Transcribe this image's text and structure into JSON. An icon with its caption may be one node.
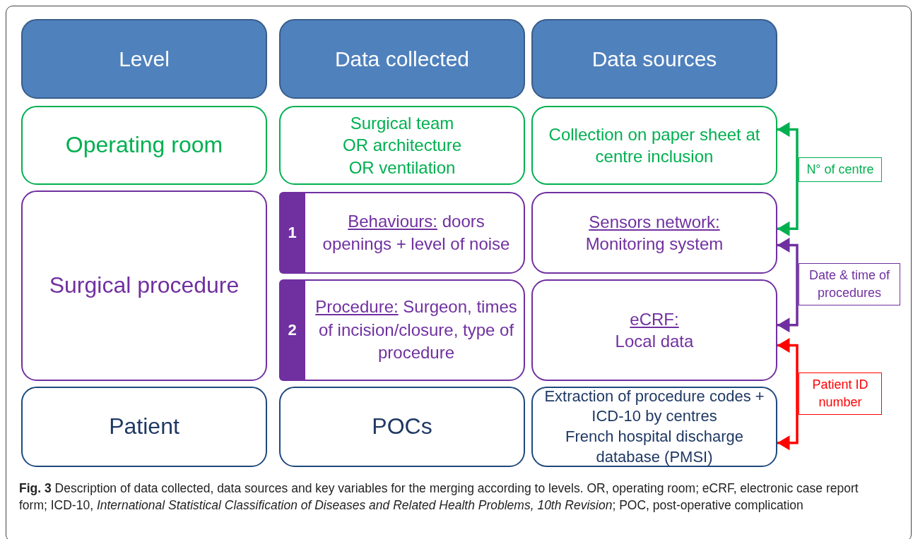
{
  "diagram": {
    "caption": "**Fig. 3** Description of data collected, data sources and key variables for the merging according to levels. OR, operating room; eCRF, electronic case report form; ICD-10, *International Statistical Classification of Diseases and Related Health Problems, 10th Revision*; POC, post-operative complication",
    "nodes": [
      {
        "text": [
          "Level"
        ]
      },
      {
        "text": [
          "Data collected"
        ]
      },
      {
        "text": [
          "Data sources"
        ]
      },
      {
        "text": [
          "Operating room"
        ]
      },
      {
        "text": [
          "Surgical team",
          "OR architecture",
          "OR ventilation"
        ]
      },
      {
        "text": [
          "Collection on paper sheet at centre inclusion"
        ]
      },
      {
        "text": [
          "Surgical procedure"
        ]
      },
      {
        "text": [
          "Behaviours:",
          "doors openings + level of noise"
        ]
      },
      {
        "text": [
          "1"
        ],
        "in": 7
      },
      {
        "text": [
          "Sensors network:",
          "Monitoring system"
        ]
      },
      {
        "text": [
          "Procedure:",
          "Surgeon, times of incision/closure, type of procedure"
        ]
      },
      {
        "text": [
          "2"
        ],
        "in": 10
      },
      {
        "text": [
          "eCRF:",
          "Local data"
        ]
      },
      {
        "text": [
          "Patient"
        ]
      },
      {
        "text": [
          "POCs"
        ]
      },
      {
        "text": [
          "Extraction of procedure codes + ICD-10 by centres",
          "French hospital discharge database (PMSI)"
        ]
      }
    ],
    "edges": [
      {
        "from": 5,
        "to": 9,
        "arrow": "both",
        "label": "N° of centre",
        "color": "#00b050"
      },
      {
        "from": 9,
        "to": 12,
        "arrow": "both",
        "label": "Date & time of procedures",
        "color": "#7030a0"
      },
      {
        "from": 12,
        "to": 15,
        "arrow": "both",
        "label": "Patient ID number",
        "color": "#ff0000"
      }
    ]
  }
}
